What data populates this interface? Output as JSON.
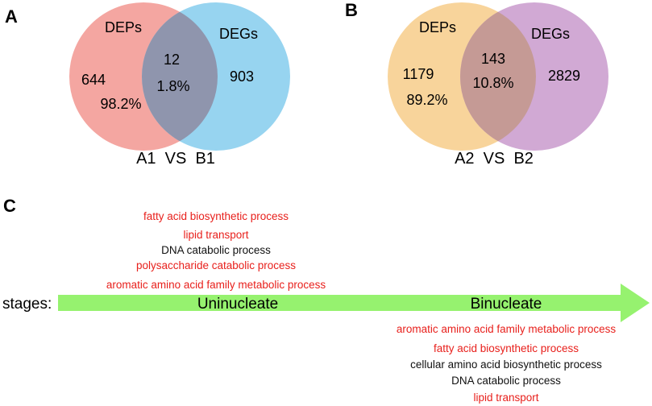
{
  "panels": {
    "a": {
      "letter": "A",
      "left_set": {
        "label": "DEPs",
        "count": "644",
        "percent": "98.2%",
        "color": "#f4a6a1"
      },
      "right_set": {
        "label": "DEGs",
        "count": "903",
        "color": "#97d4f0"
      },
      "overlap": {
        "count": "12",
        "percent": "1.8%",
        "color": "#8f95ad"
      },
      "comparison": "A1  VS  B1"
    },
    "b": {
      "letter": "B",
      "left_set": {
        "label": "DEPs",
        "count": "1179",
        "percent": "89.2%",
        "color": "#f8d49b"
      },
      "right_set": {
        "label": "DEGs",
        "count": "2829",
        "color": "#d1a9d4"
      },
      "overlap": {
        "count": "143",
        "percent": "10.8%",
        "color": "#c59a95"
      },
      "comparison": "A2  VS  B2"
    },
    "c": {
      "letter": "C",
      "axis_label": "stages:",
      "arrow_color": "#96f26f",
      "stages": [
        "Uninucleate",
        "Binucleate"
      ],
      "uninucleate_terms": [
        {
          "text": "fatty acid biosynthetic process",
          "color": "#e8201c"
        },
        {
          "text": "lipid transport",
          "color": "#e8201c"
        },
        {
          "text": "DNA catabolic process",
          "color": "#111111"
        },
        {
          "text": "polysaccharide catabolic process",
          "color": "#e8201c"
        },
        {
          "text": "aromatic amino acid family metabolic process",
          "color": "#e8201c"
        }
      ],
      "binucleate_terms": [
        {
          "text": "aromatic amino acid family metabolic process",
          "color": "#e8201c"
        },
        {
          "text": "fatty acid biosynthetic process",
          "color": "#e8201c"
        },
        {
          "text": "cellular amino acid biosynthetic process",
          "color": "#111111"
        },
        {
          "text": "DNA catabolic process",
          "color": "#111111"
        },
        {
          "text": "lipid transport",
          "color": "#e8201c"
        }
      ]
    }
  }
}
